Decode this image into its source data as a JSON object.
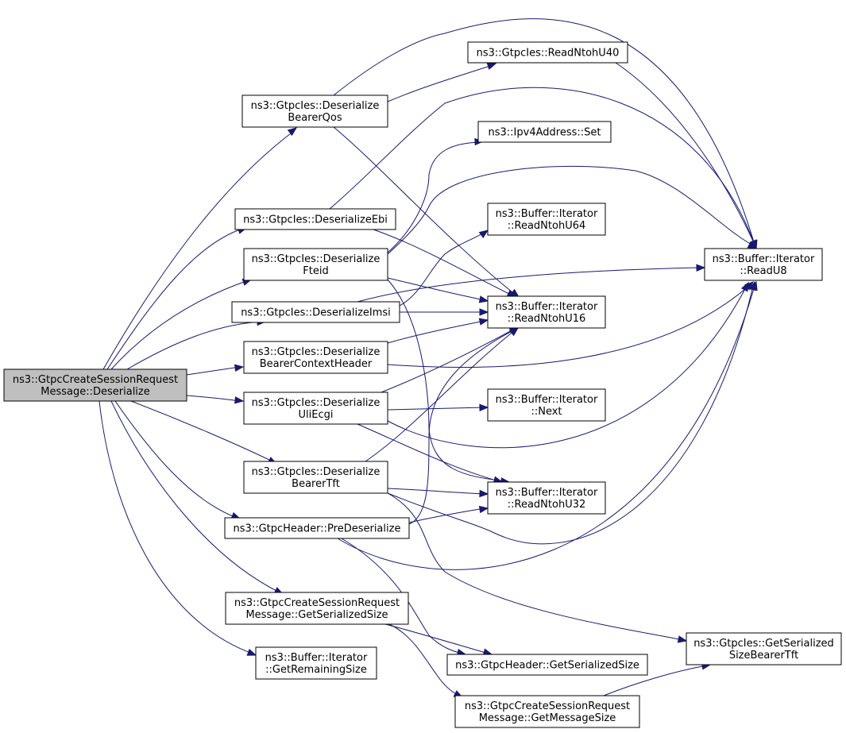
{
  "nodes": [
    {
      "id": "root",
      "lines": [
        "ns3::GtpcCreateSessionRequest",
        "Message::Deserialize"
      ],
      "root": true
    },
    {
      "id": "bearerqos",
      "lines": [
        "ns3::GtpcIes::Deserialize",
        "BearerQos"
      ]
    },
    {
      "id": "ebi",
      "lines": [
        "ns3::GtpcIes::DeserializeEbi"
      ]
    },
    {
      "id": "fteid",
      "lines": [
        "ns3::GtpcIes::Deserialize",
        "Fteid"
      ]
    },
    {
      "id": "imsi",
      "lines": [
        "ns3::GtpcIes::DeserializeImsi"
      ]
    },
    {
      "id": "bch",
      "lines": [
        "ns3::GtpcIes::Deserialize",
        "BearerContextHeader"
      ]
    },
    {
      "id": "uliecgi",
      "lines": [
        "ns3::GtpcIes::Deserialize",
        "UliEcgi"
      ]
    },
    {
      "id": "bearertft",
      "lines": [
        "ns3::GtpcIes::Deserialize",
        "BearerTft"
      ]
    },
    {
      "id": "predeser",
      "lines": [
        "ns3::GtpcHeader::PreDeserialize"
      ]
    },
    {
      "id": "csr_gss",
      "lines": [
        "ns3::GtpcCreateSessionRequest",
        "Message::GetSerializedSize"
      ]
    },
    {
      "id": "remaining",
      "lines": [
        "ns3::Buffer::Iterator",
        "::GetRemainingSize"
      ]
    },
    {
      "id": "readu40",
      "lines": [
        "ns3::GtpcIes::ReadNtohU40"
      ]
    },
    {
      "id": "ipv4set",
      "lines": [
        "ns3::Ipv4Address::Set"
      ]
    },
    {
      "id": "readu64",
      "lines": [
        "ns3::Buffer::Iterator",
        "::ReadNtohU64"
      ]
    },
    {
      "id": "readu16",
      "lines": [
        "ns3::Buffer::Iterator",
        "::ReadNtohU16"
      ]
    },
    {
      "id": "next",
      "lines": [
        "ns3::Buffer::Iterator",
        "::Next"
      ]
    },
    {
      "id": "readu32",
      "lines": [
        "ns3::Buffer::Iterator",
        "::ReadNtohU32"
      ]
    },
    {
      "id": "hdr_gss",
      "lines": [
        "ns3::GtpcHeader::GetSerializedSize"
      ]
    },
    {
      "id": "msgsize",
      "lines": [
        "ns3::GtpcCreateSessionRequest",
        "Message::GetMessageSize"
      ]
    },
    {
      "id": "readu8",
      "lines": [
        "ns3::Buffer::Iterator",
        "::ReadU8"
      ]
    },
    {
      "id": "gss_tft",
      "lines": [
        "ns3::GtpcIes::GetSerialized",
        "SizeBearerTft"
      ]
    }
  ],
  "edges": [
    [
      "root",
      "bearerqos"
    ],
    [
      "root",
      "ebi"
    ],
    [
      "root",
      "fteid"
    ],
    [
      "root",
      "imsi"
    ],
    [
      "root",
      "bch"
    ],
    [
      "root",
      "uliecgi"
    ],
    [
      "root",
      "bearertft"
    ],
    [
      "root",
      "predeser"
    ],
    [
      "root",
      "csr_gss"
    ],
    [
      "root",
      "remaining"
    ],
    [
      "bearerqos",
      "readu40"
    ],
    [
      "bearerqos",
      "readu8"
    ],
    [
      "bearerqos",
      "readu16"
    ],
    [
      "readu40",
      "readu8"
    ],
    [
      "ebi",
      "readu8"
    ],
    [
      "ebi",
      "readu16"
    ],
    [
      "fteid",
      "ipv4set"
    ],
    [
      "fteid",
      "readu8"
    ],
    [
      "fteid",
      "readu16"
    ],
    [
      "fteid",
      "readu32"
    ],
    [
      "imsi",
      "readu64"
    ],
    [
      "imsi",
      "readu8"
    ],
    [
      "imsi",
      "readu16"
    ],
    [
      "bch",
      "readu16"
    ],
    [
      "bch",
      "readu8"
    ],
    [
      "uliecgi",
      "readu16"
    ],
    [
      "uliecgi",
      "next"
    ],
    [
      "uliecgi",
      "readu32"
    ],
    [
      "uliecgi",
      "readu8"
    ],
    [
      "bearertft",
      "readu16"
    ],
    [
      "bearertft",
      "readu32"
    ],
    [
      "bearertft",
      "readu8"
    ],
    [
      "bearertft",
      "gss_tft"
    ],
    [
      "predeser",
      "readu16"
    ],
    [
      "predeser",
      "readu32"
    ],
    [
      "predeser",
      "readu8"
    ],
    [
      "predeser",
      "hdr_gss"
    ],
    [
      "csr_gss",
      "hdr_gss"
    ],
    [
      "csr_gss",
      "msgsize"
    ],
    [
      "msgsize",
      "gss_tft"
    ]
  ]
}
